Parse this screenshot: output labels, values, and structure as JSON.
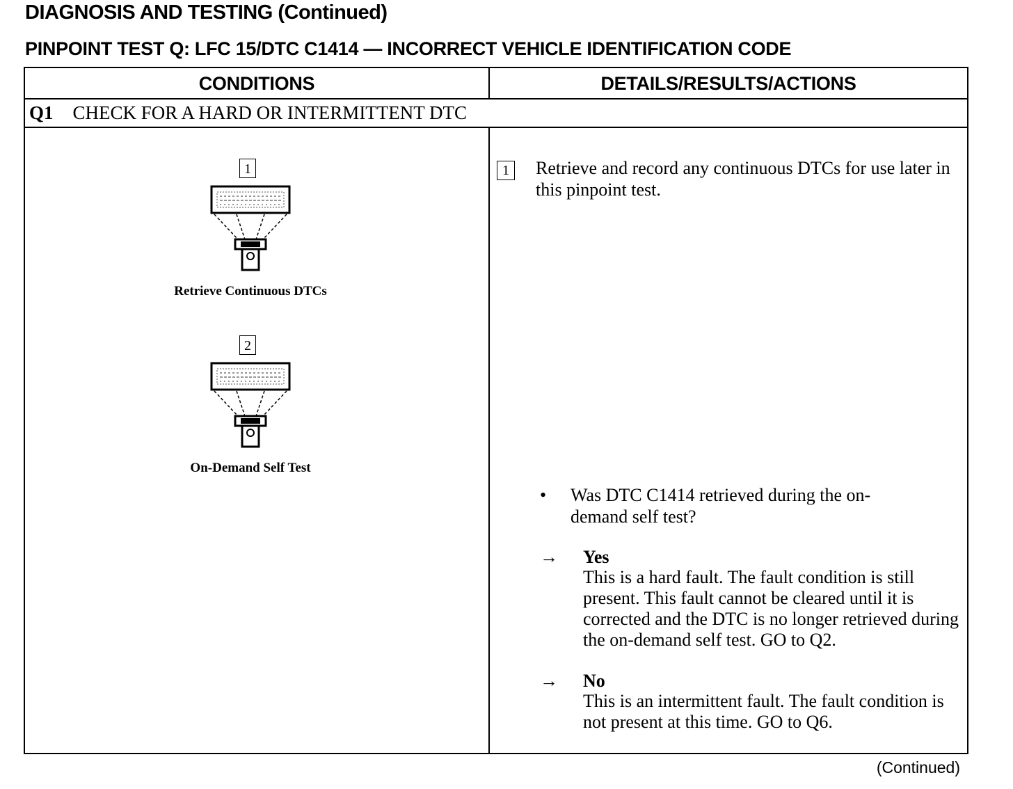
{
  "heading": "DIAGNOSIS AND TESTING (Continued)",
  "subheading": "PINPOINT TEST Q:  LFC 15/DTC C1414 — INCORRECT VEHICLE IDENTIFICATION CODE",
  "table": {
    "col_conditions": "CONDITIONS",
    "col_details": "DETAILS/RESULTS/ACTIONS",
    "step": {
      "id": "Q1",
      "title": "CHECK FOR A HARD OR INTERMITTENT DTC",
      "figures": [
        {
          "number": "1",
          "caption": "Retrieve Continuous DTCs"
        },
        {
          "number": "2",
          "caption": "On-Demand Self Test"
        }
      ],
      "actions": [
        {
          "number": "1",
          "text": "Retrieve and record any continuous DTCs for use later in this pinpoint test."
        }
      ],
      "question": {
        "bullet": "•",
        "text": "Was DTC C1414 retrieved during the on-demand self test?"
      },
      "results": [
        {
          "arrow": "→",
          "label": "Yes",
          "text": "This is a hard fault. The fault condition is still present. This fault cannot be cleared until it is corrected and the DTC is no longer retrieved during the on-demand self test. GO to Q2."
        },
        {
          "arrow": "→",
          "label": "No",
          "text": "This is an intermittent fault. The fault condition is not present at this time. GO to Q6."
        }
      ]
    }
  },
  "footer": "(Continued)"
}
